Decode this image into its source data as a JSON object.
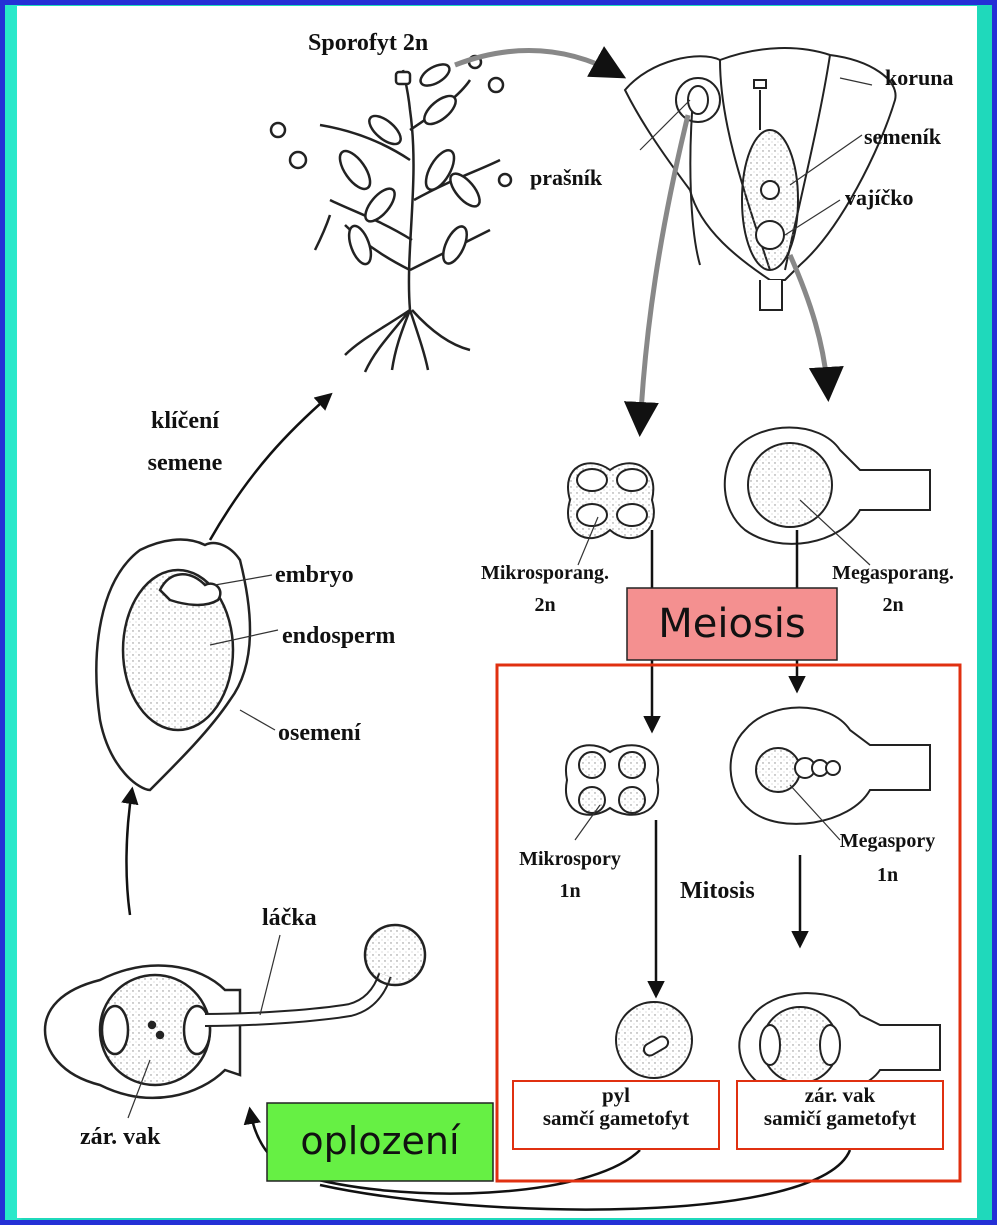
{
  "labels": {
    "sporofyt": "Sporofyt  2n",
    "koruna": "koruna",
    "semenik": "semeník",
    "vajicko": "vajíčko",
    "prasnik": "prašník",
    "kliceni": "klíčení",
    "semene": "semene",
    "embryo": "embryo",
    "endosperm": "endosperm",
    "osemeni": "osemení",
    "mikrosporang": "Mikrosporang.",
    "mikrosporang_n": "2n",
    "megasporang": "Megasporang.",
    "megasporang_n": "2n",
    "mikrospory": "Mikrospory",
    "mikrospory_n": "1n",
    "megaspory": "Megaspory",
    "megaspory_n": "1n",
    "mitosis": "Mitosis",
    "lacka": "láčka",
    "zar_vak": "zár. vak"
  },
  "boxes": {
    "meiosis": "Meiosis",
    "oplozeni": "oplození",
    "pyl_line1": "pyl",
    "pyl_line2": "samčí gametofyt",
    "zarvak_line1": "zár. vak",
    "zarvak_line2": "samičí gametofyt"
  },
  "colors": {
    "background": "#27e8c8",
    "border": "#2430d6",
    "meiosis_fill": "#f49090",
    "oplozeni_fill": "#66f044",
    "box_stroke": "#e03010"
  }
}
